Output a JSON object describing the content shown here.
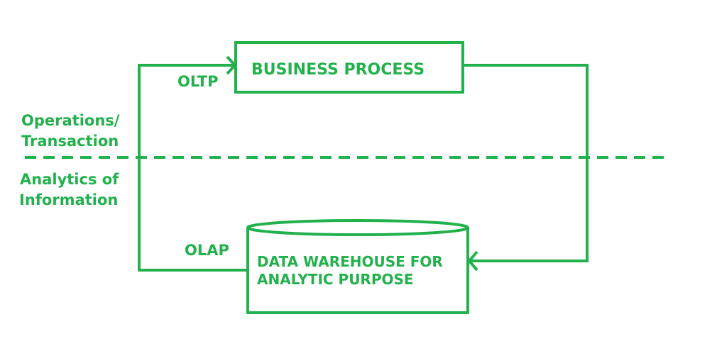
{
  "colors": {
    "stroke": "#22b14c",
    "text": "#22b14c",
    "background": "#ffffff"
  },
  "nodes": {
    "business_process": {
      "label": "BUSINESS PROCESS"
    },
    "data_warehouse": {
      "label_line1": "DATA WAREHOUSE FOR",
      "label_line2": "ANALYTIC PURPOSE"
    }
  },
  "edges": {
    "oltp": {
      "label": "OLTP"
    },
    "olap": {
      "label": "OLAP"
    }
  },
  "zones": {
    "top": {
      "line1": "Operations/",
      "line2": "Transaction"
    },
    "bottom": {
      "line1": "Analytics of",
      "line2": "Information"
    }
  }
}
